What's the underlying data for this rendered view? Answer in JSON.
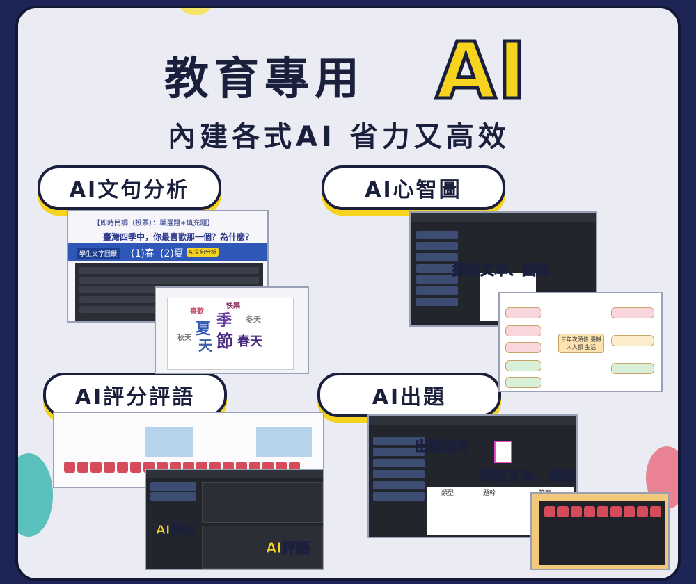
{
  "header": {
    "title": "教育專用",
    "title_ai": "AI",
    "subtitle": "內建各式AI 省力又高效"
  },
  "features": [
    {
      "label": "AI文句分析"
    },
    {
      "label": "AI心智圖"
    },
    {
      "label": "AI評分評語"
    },
    {
      "label": "AI出題"
    }
  ],
  "sentence_analysis": {
    "poll_title": "【即時民調（投票）：單選題+填充題】",
    "question": "臺灣四季中，你最喜歡那一個？為什麼？",
    "option_1": "(1)春",
    "option_2": "(2)夏",
    "ai_badge": "AI文句分析",
    "student_button": "學生文字回饋",
    "wordcloud_words": [
      "季",
      "夏",
      "節",
      "春天",
      "天",
      "喜歡",
      "快樂",
      "秋天",
      "冬天"
    ]
  },
  "mindmap": {
    "callout": "擷取文本、圖像",
    "center_node": "三年次頭條 臺鐵人人都 生活"
  },
  "grading": {
    "callout_score": "AI評分",
    "callout_comment": "AI評語"
  },
  "question_gen": {
    "callout_prompt": "出題指令",
    "callout_extract": "擷取文本、圖像",
    "table_headers": [
      "類型",
      "題幹",
      "答案"
    ]
  },
  "colors": {
    "accent": "#f5d31f",
    "navy": "#1a1f3c",
    "background": "#1d2456"
  }
}
